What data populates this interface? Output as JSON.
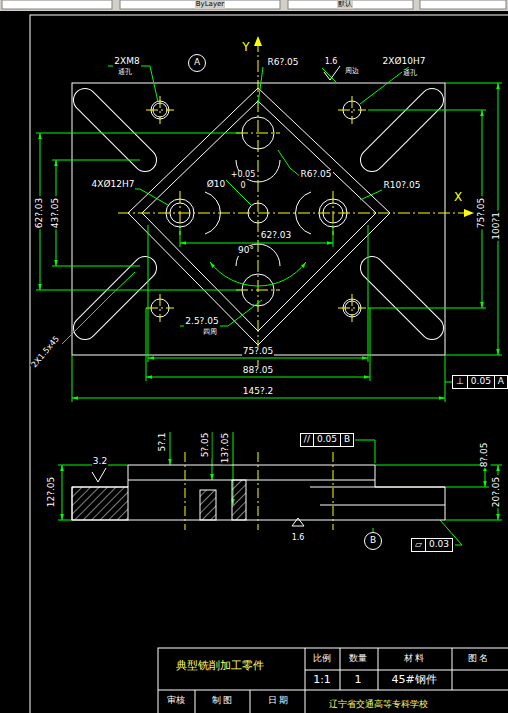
{
  "diagram": {
    "nodes": [
      {
        "text": [
          "A"
        ]
      },
      {
        "text": [
          "⊥",
          "0.05",
          "A"
        ]
      },
      {
        "text": [
          "//",
          "0.05",
          "B"
        ]
      },
      {
        "text": [
          "B"
        ]
      },
      {
        "text": [
          "▱",
          "0.03"
        ]
      }
    ],
    "labels": [
      "ByLayer",
      "默认",
      "2XM8",
      "通孔",
      "Y",
      "R6?.05",
      "1.6",
      "周边",
      "2XØ10H7",
      "通孔",
      "4XØ12H7",
      "+0.05",
      "Ø10",
      "0",
      "R6?.05",
      "R10?.05",
      "X",
      "62?.03",
      "62?.03",
      "43?.05",
      "75?.05",
      "100?1",
      "90°",
      "2.5?.05",
      "四周",
      "2X1.5x45",
      "75?.05",
      "88?.05",
      "145?.2",
      "5?.1",
      "5?.05",
      "13?.05",
      "12?.05",
      "3.2",
      "1.6",
      "8?.05",
      "20?.05",
      "典型铣削加工零件",
      "比例",
      "数量",
      "材 料",
      "图 名",
      "1:1",
      "1",
      "45#钢件",
      "审核",
      "制 图",
      "日 期",
      "辽宁省交通高等专科学校"
    ]
  }
}
